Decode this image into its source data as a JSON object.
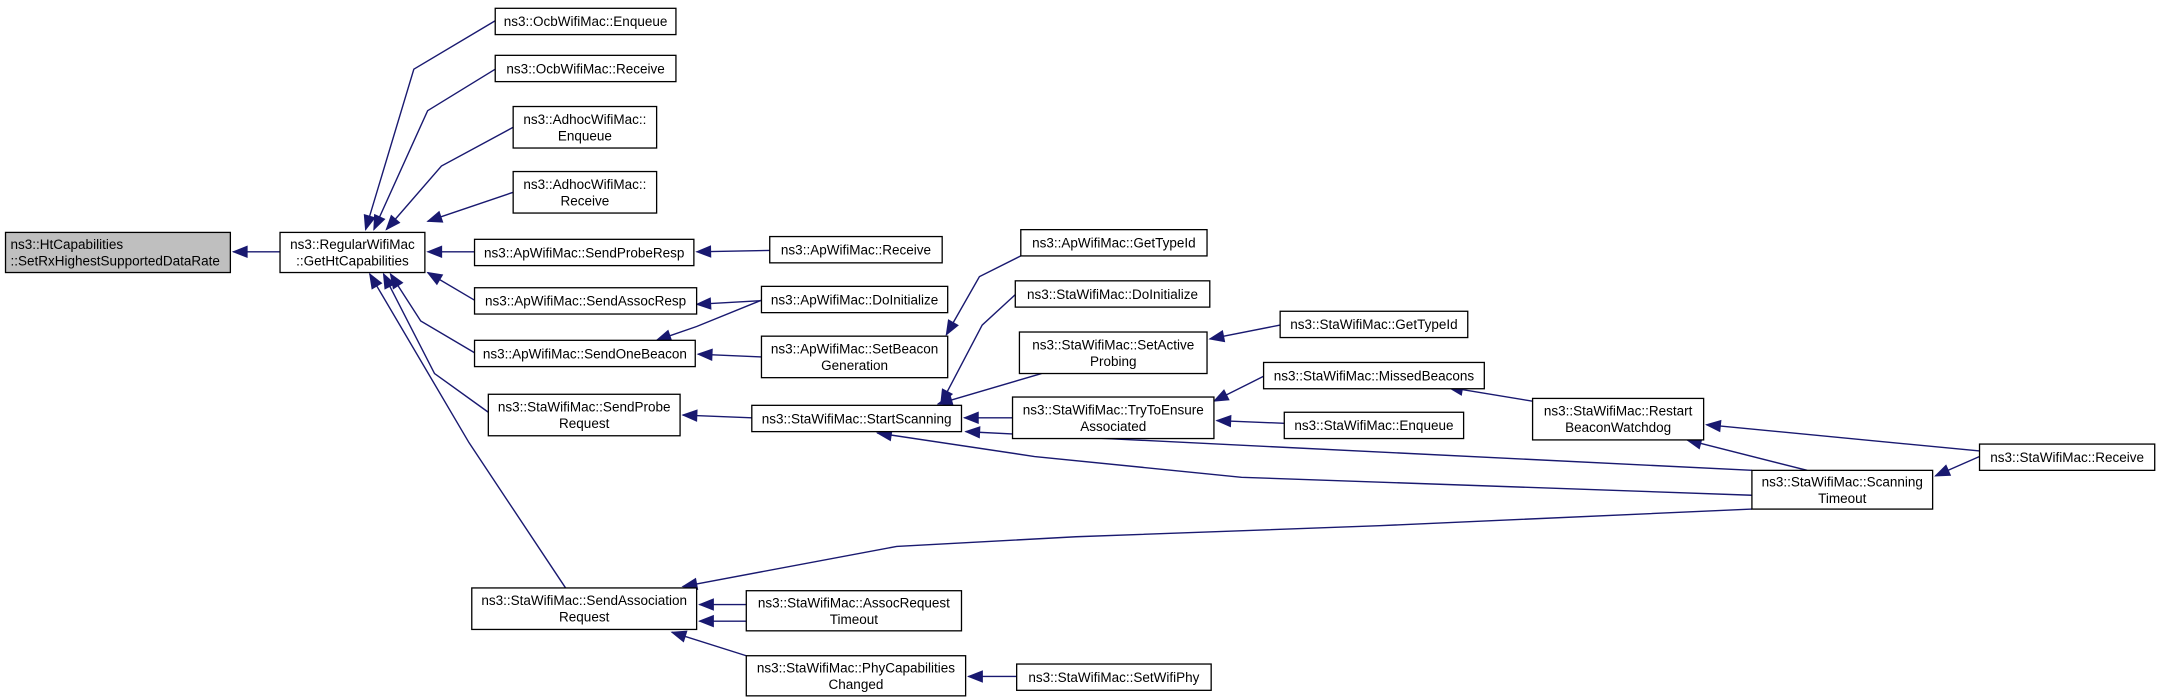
{
  "graph": {
    "nodes": [
      {
        "id": "n_set",
        "lines": [
          "ns3::HtCapabilities",
          "::SetRxHighestSupportedDataRate"
        ],
        "highlight": true
      },
      {
        "id": "n_getht",
        "lines": [
          "ns3::RegularWifiMac",
          "::GetHtCapabilities"
        ]
      },
      {
        "id": "n_ocb_enq",
        "lines": [
          "ns3::OcbWifiMac::Enqueue"
        ]
      },
      {
        "id": "n_ocb_rcv",
        "lines": [
          "ns3::OcbWifiMac::Receive"
        ]
      },
      {
        "id": "n_adhoc_enq",
        "lines": [
          "ns3::AdhocWifiMac::",
          "Enqueue"
        ]
      },
      {
        "id": "n_adhoc_rcv",
        "lines": [
          "ns3::AdhocWifiMac::",
          "Receive"
        ]
      },
      {
        "id": "n_ap_probe",
        "lines": [
          "ns3::ApWifiMac::SendProbeResp"
        ]
      },
      {
        "id": "n_ap_assoc",
        "lines": [
          "ns3::ApWifiMac::SendAssocResp"
        ]
      },
      {
        "id": "n_ap_beacon",
        "lines": [
          "ns3::ApWifiMac::SendOneBeacon"
        ]
      },
      {
        "id": "n_sta_probe",
        "lines": [
          "ns3::StaWifiMac::SendProbe",
          "Request"
        ]
      },
      {
        "id": "n_sta_assocreq",
        "lines": [
          "ns3::StaWifiMac::SendAssociation",
          "Request"
        ]
      },
      {
        "id": "n_ap_rcv",
        "lines": [
          "ns3::ApWifiMac::Receive"
        ]
      },
      {
        "id": "n_ap_doinit",
        "lines": [
          "ns3::ApWifiMac::DoInitialize"
        ]
      },
      {
        "id": "n_ap_setbeacon",
        "lines": [
          "ns3::ApWifiMac::SetBeacon",
          "Generation"
        ]
      },
      {
        "id": "n_ap_typeid",
        "lines": [
          "ns3::ApWifiMac::GetTypeId"
        ]
      },
      {
        "id": "n_sta_startscan",
        "lines": [
          "ns3::StaWifiMac::StartScanning"
        ]
      },
      {
        "id": "n_sta_doinit",
        "lines": [
          "ns3::StaWifiMac::DoInitialize"
        ]
      },
      {
        "id": "n_sta_setactive",
        "lines": [
          "ns3::StaWifiMac::SetActive",
          "Probing"
        ]
      },
      {
        "id": "n_sta_trytoensure",
        "lines": [
          "ns3::StaWifiMac::TryToEnsure",
          "Associated"
        ]
      },
      {
        "id": "n_sta_typeid",
        "lines": [
          "ns3::StaWifiMac::GetTypeId"
        ]
      },
      {
        "id": "n_sta_missed",
        "lines": [
          "ns3::StaWifiMac::MissedBeacons"
        ]
      },
      {
        "id": "n_sta_enq",
        "lines": [
          "ns3::StaWifiMac::Enqueue"
        ]
      },
      {
        "id": "n_sta_restart",
        "lines": [
          "ns3::StaWifiMac::Restart",
          "BeaconWatchdog"
        ]
      },
      {
        "id": "n_sta_scantimeout",
        "lines": [
          "ns3::StaWifiMac::Scanning",
          "Timeout"
        ]
      },
      {
        "id": "n_sta_rcv",
        "lines": [
          "ns3::StaWifiMac::Receive"
        ]
      },
      {
        "id": "n_sta_assoctimeout",
        "lines": [
          "ns3::StaWifiMac::AssocRequest",
          "Timeout"
        ]
      },
      {
        "id": "n_sta_phycap",
        "lines": [
          "ns3::StaWifiMac::PhyCapabilities",
          "Changed"
        ]
      },
      {
        "id": "n_sta_setphy",
        "lines": [
          "ns3::StaWifiMac::SetWifiPhy"
        ]
      }
    ],
    "colors": {
      "edge": "#191970",
      "node_border": "#000000",
      "focus_fill": "#bfbfbf",
      "node_fill": "#ffffff"
    }
  }
}
